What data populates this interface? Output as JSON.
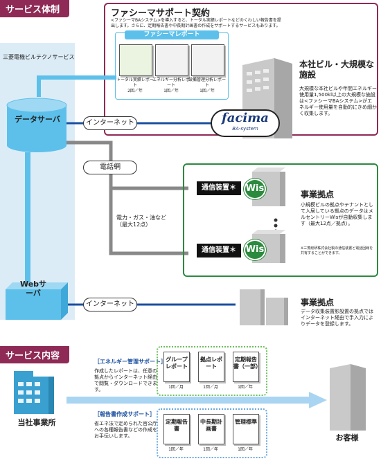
{
  "service_system_header": "サービス体制",
  "service_content_header": "サービス内容",
  "facima_contract": {
    "title": "ファシーマサポート契約",
    "desc": "<ファシーマBAシステム>を導入すると、トータル実績レポートなどのくわしい報告書を提出します。さらに、定期報告書や中長期計画書の作成をサポートするサービスもあります。",
    "report_banner": "ファシーマレポート",
    "reports": [
      {
        "name": "トータル実績レポート",
        "freq": "2回／年"
      },
      {
        "name": "エネルギー分析レポート",
        "freq": "1回／年"
      },
      {
        "name": "設備管理分析レポート",
        "freq": "1回／年"
      }
    ]
  },
  "provider": "三菱電機ビルテクノサービス",
  "data_server": "データサーバ",
  "web_server": "Webサーバ",
  "internet_1": "インターネット",
  "internet_2": "インターネット",
  "phone_network": "電話網",
  "facima_logo": {
    "main": "facima",
    "sub": "BA-system"
  },
  "hq_building": {
    "title": "本社ビル・大規模な施設",
    "desc": "大規模な本社ビルや年間エネルギー使用量1,500kl以上の大規模な施設は<ファシーマBAシステム>がエネルギー使用量を自動的にきめ細かく収集します。"
  },
  "business_site_1": {
    "title": "事業拠点",
    "desc": "小規模ビルの拠点やテナントとして入居している拠点のデータはメルセントリーWisが自動収集します（最大12点／拠点）。",
    "note": "※三菱総研株式会社製の通信装置と電話回線を共有することができます。"
  },
  "comm_device_1": "通信装置＊",
  "comm_device_2": "通信装置＊",
  "wis_label_1": "Wis",
  "wis_label_2": "Wis",
  "power_label": "電力・ガス・油など（最大12点）",
  "business_site_2": {
    "title": "事業拠点",
    "desc": "データ収集装置影設置の拠点ではインターネット経由で手入力によりデータを登録します。"
  },
  "energy_support": {
    "title": "［エネルギー管理サポート］",
    "desc": "作成したレポートは、任意の拠点からインターネット経由で閲覧・ダウンロードできます。",
    "docs": [
      {
        "name": "グループレポート",
        "freq": "1回／月"
      },
      {
        "name": "拠点レポート",
        "freq": "1回／月"
      },
      {
        "name": "定期報告書（一部）",
        "freq": "1回／年"
      }
    ]
  },
  "report_support": {
    "title": "［報告書作成サポート］",
    "desc": "省エネ法で定められた官公庁への各種報告書などの作成をお手伝いします。",
    "docs": [
      {
        "name": "定期報告書",
        "freq": "1回／年"
      },
      {
        "name": "中長期計画書",
        "freq": "1回／年"
      },
      {
        "name": "管理標準",
        "freq": "1回／年"
      }
    ]
  },
  "our_office": "当社事業所",
  "customer": "お客様",
  "colors": {
    "maroon": "#8e2a55",
    "green": "#2c8a3e",
    "blue_line": "#5cc0ea",
    "dot_green": "#6bbf59",
    "dot_blue": "#6aa7e0",
    "provider_bg": "#dcecf7"
  }
}
